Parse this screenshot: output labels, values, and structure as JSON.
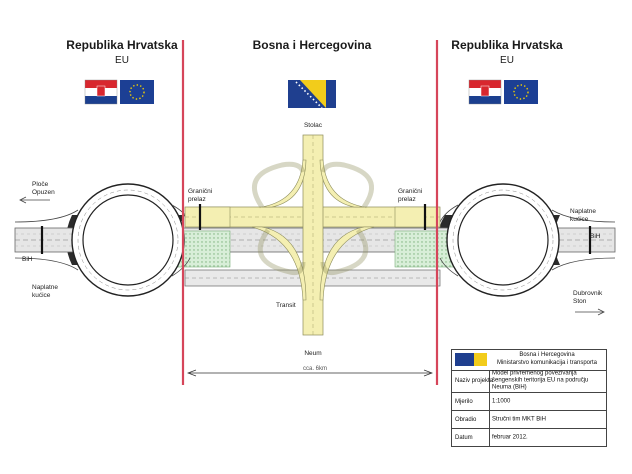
{
  "regions": {
    "left": {
      "country": "Republika Hrvatska",
      "union": "EU"
    },
    "center": {
      "country": "Bosna i Hercegovina"
    },
    "right": {
      "country": "Republika Hrvatska",
      "union": "EU"
    }
  },
  "places": {
    "north": "Stolac",
    "south": "Neum",
    "transit": "Transit",
    "west_exit": [
      "Ploče",
      "Opuzen"
    ],
    "east_exit": [
      "Dubrovnik",
      "Ston"
    ],
    "toll_left": [
      "Naplatne",
      "kućice"
    ],
    "toll_right": [
      "Naplatne",
      "kućice"
    ],
    "crossing_left": [
      "Granični",
      "prelaz"
    ],
    "crossing_right": [
      "Granični",
      "prelaz"
    ],
    "bih_left": "BiH",
    "bih_right": "BiH"
  },
  "dimension_label": "cca. 6km",
  "info_block": {
    "organization": [
      "Bosna i Hercegovina",
      "Ministarstvo komunikacija i transporta"
    ],
    "rows": [
      {
        "key": "Naziv projekta",
        "value": "Model privremenog povezivanja šengenskih teritorija EU na području Neuma (BiH)"
      },
      {
        "key": "Mjerilo",
        "value": "1:1000"
      },
      {
        "key": "Obradio",
        "value": "Stručni tim MKT BiH"
      },
      {
        "key": "Datum",
        "value": "februar 2012."
      }
    ]
  },
  "colors": {
    "border_line": "#d6455a",
    "bih_road": "#f4efb2",
    "eu_road": "#e6e6e6",
    "green_area": "#cfe8cf",
    "asphalt": "#2b2b2b"
  }
}
